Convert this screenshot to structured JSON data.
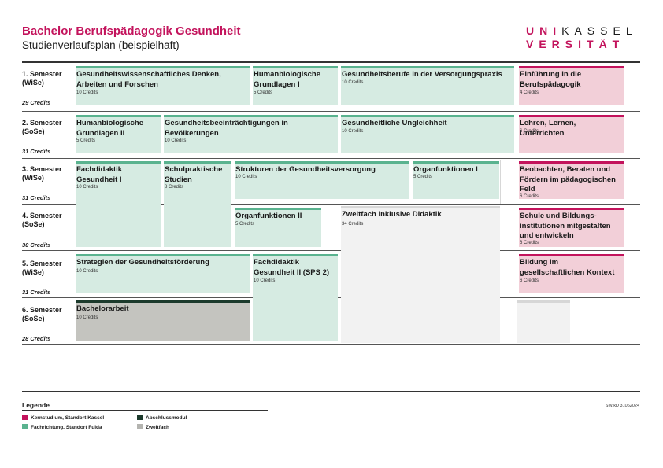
{
  "header": {
    "title": "Bachelor Berufspädagogik Gesundheit",
    "subtitle": "Studienverlaufsplan (beispielhaft)"
  },
  "logo": {
    "line1_accent": "UNI",
    "line1_rest": "KASSEL",
    "line2": "VERSITÄT"
  },
  "colors": {
    "accent": "#c3135c",
    "fachrichtung": "#5ab38f",
    "abschlussmodul": "#1c3a2c",
    "zweitfach": "#c4c4bf"
  },
  "semesters": [
    {
      "label": "1. Semester",
      "term": "(WiSe)",
      "credits": "29 Credits"
    },
    {
      "label": "2. Semester",
      "term": "(SoSe)",
      "credits": "31 Credits"
    },
    {
      "label": "3. Semester",
      "term": "(WiSe)",
      "credits": "31 Credits"
    },
    {
      "label": "4. Semester",
      "term": "(SoSe)",
      "credits": "30 Credits"
    },
    {
      "label": "5. Semester",
      "term": "(WiSe)",
      "credits": "31 Credits"
    },
    {
      "label": "6. Semester",
      "term": "(SoSe)",
      "credits": "28 Credits"
    }
  ],
  "modules": {
    "gwd": {
      "name": "Gesundheitswissenschaftliches Denken, Arbeiten und Forschen",
      "credits": "10 Credits"
    },
    "hbg1": {
      "name": "Humanbiologische Grundlagen I",
      "credits": "5 Credits"
    },
    "gbv": {
      "name": "Gesundheitsberufe in der Versorgungspraxis",
      "credits": "10 Credits"
    },
    "ebp": {
      "name": "Einführung in die Berufspädagogik",
      "credits": "4 Credits"
    },
    "hbg2": {
      "name": "Humanbiologische Grundlagen II",
      "credits": "5 Credits"
    },
    "gbb": {
      "name": "Gesundheitsbeeinträchtigungen in Bevölkerungen",
      "credits": "10 Credits"
    },
    "gu": {
      "name": "Gesundheitliche Ungleichheit",
      "credits": "10 Credits"
    },
    "llu": {
      "name": "Lehren, Lernen, Unterrichten",
      "credits": "6 Credits"
    },
    "fdg1": {
      "name": "Fachdidaktik Gesundheit I",
      "credits": "10 Credits"
    },
    "sps": {
      "name": "Schulpraktische Studien",
      "credits": "8 Credits"
    },
    "sgv": {
      "name": "Strukturen der Gesundheitsversorgung",
      "credits": "10 Credits"
    },
    "of1": {
      "name": "Organfunktionen I",
      "credits": "5 Credits"
    },
    "bbf": {
      "name": "Beobachten, Beraten und Fördern im pädagogischen Feld",
      "credits": "6 Credits"
    },
    "of2": {
      "name": "Organfunktionen II",
      "credits": "5 Credits"
    },
    "zf": {
      "name": "Zweitfach inklusive Didaktik",
      "credits": "34 Credits"
    },
    "sbi": {
      "name": "Schule und Bildungs-institutionen mitgestalten und entwickeln",
      "credits": "6 Credits"
    },
    "sgf": {
      "name": "Strategien der Gesundheitsförderung",
      "credits": "10 Credits"
    },
    "fdg2": {
      "name": "Fachdidaktik Gesundheit II (SPS 2)",
      "credits": "10 Credits"
    },
    "bgk": {
      "name": "Bildung im gesellschaftlichen Kontext",
      "credits": "6 Credits"
    },
    "ba": {
      "name": "Bachelorarbeit",
      "credits": "10 Credits"
    }
  },
  "legend": {
    "title": "Legende",
    "items": [
      {
        "label": "Kernstudium, Standort Kassel",
        "color": "#c3135c"
      },
      {
        "label": "Abschlussmodul",
        "color": "#1c3a2c"
      },
      {
        "label": "Fachrichtung, Standort Fulda",
        "color": "#5ab38f"
      },
      {
        "label": "Zweitfach",
        "color": "#b4b4b0"
      }
    ]
  },
  "version": "SW/kD 31062024"
}
